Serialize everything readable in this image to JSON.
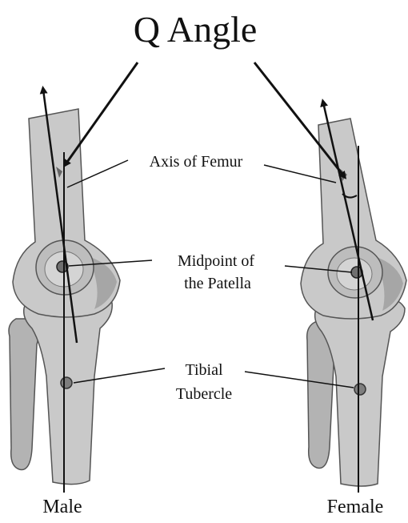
{
  "title": "Q Angle",
  "labels": {
    "axis_of_femur": "Axis of Femur",
    "midpoint_line1": "Midpoint of",
    "midpoint_line2": "the Patella",
    "tibial_line1": "Tibial",
    "tibial_line2": "Tubercle"
  },
  "captions": {
    "male": "Male",
    "female": "Female"
  },
  "colors": {
    "bone_fill": "#c9c9c9",
    "bone_shade": "#9d9d9d",
    "bone_dark": "#7e7e7e",
    "outline": "#555555",
    "line": "#111111",
    "marker": "#6f6f6f"
  }
}
